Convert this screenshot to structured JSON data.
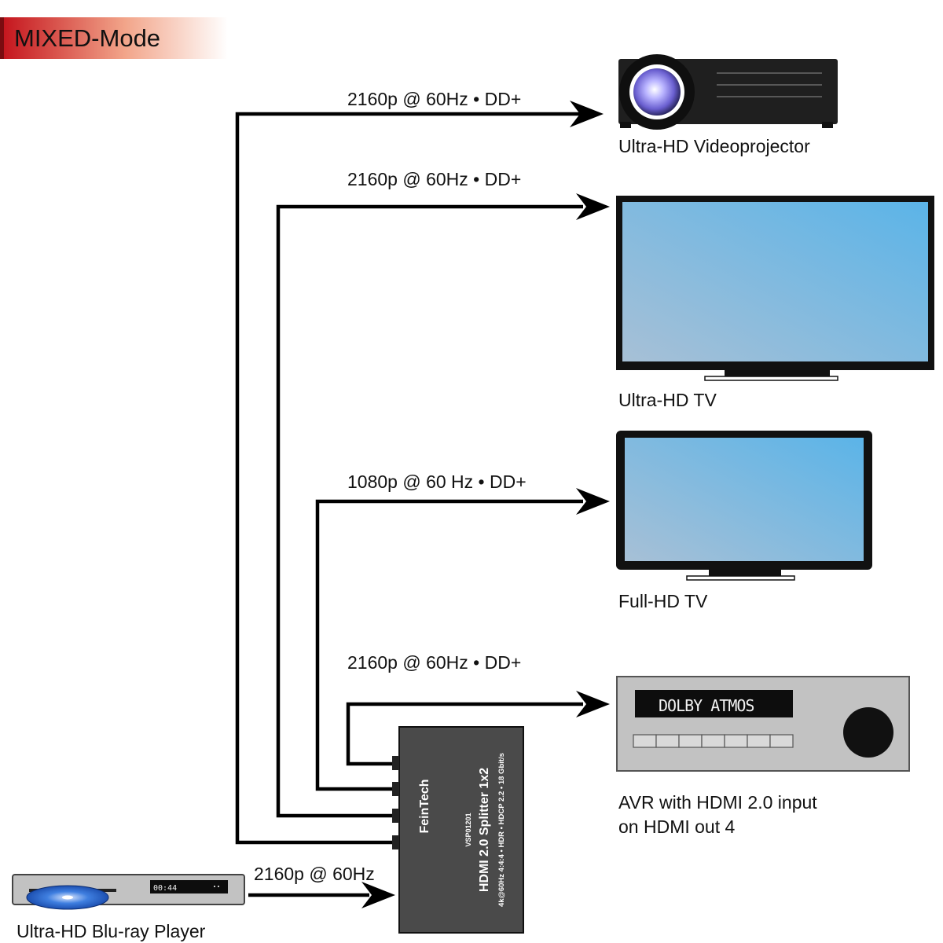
{
  "title": "MIXED-Mode",
  "colors": {
    "banner_left": "#c4121b",
    "banner_right": "#ffffff",
    "screen_top": "#5bb4e8",
    "screen_bottom": "#a7c0d6",
    "device_gray": "#c2c2c2",
    "splitter_body": "#4a4a4a",
    "display_black": "#0d0d0d",
    "display_text": "#f2f2f2"
  },
  "links": {
    "projector": "2160p @ 60Hz  • DD+",
    "uhd_tv": "2160p @ 60Hz • DD+",
    "fhd_tv": "1080p @ 60 Hz • DD+",
    "avr": "2160p @ 60Hz • DD+",
    "input": "2160p @ 60Hz"
  },
  "devices": {
    "projector": "Ultra-HD  Videoprojector",
    "uhd_tv": "Ultra-HD TV",
    "fhd_tv": "Full-HD TV",
    "avr_line1": "AVR with HDMI 2.0 input",
    "avr_line2": "on HDMI out 4",
    "player": "Ultra-HD Blu-ray Player"
  },
  "splitter": {
    "brand": "FeinTech",
    "model": "VSP01201",
    "name": "HDMI 2.0 Splitter 1x2",
    "specs1": "4k@60Hz 4:4:4 • HDR • HDCP 2.2 • 18 Gbit/s"
  },
  "avr_display": "DOLBY ATMOS",
  "player_display": "00:44",
  "icons": {
    "projector": "projector-icon",
    "tv": "tv-icon",
    "avr": "avr-icon",
    "player": "bluray-player-icon",
    "splitter": "hdmi-splitter-icon"
  }
}
